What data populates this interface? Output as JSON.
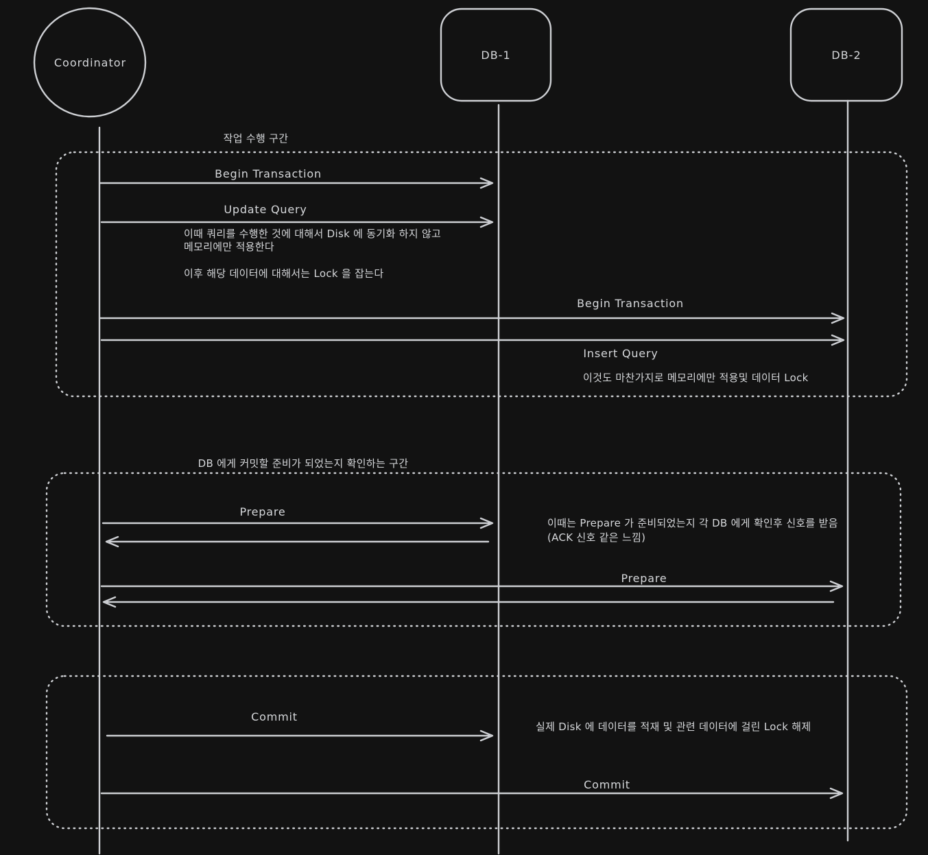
{
  "colors": {
    "background": "#121212",
    "stroke": "#ced0d4",
    "text": "#d6d8db"
  },
  "actors": {
    "coordinator": {
      "label": "Coordinator"
    },
    "db1": {
      "label": "DB-1"
    },
    "db2": {
      "label": "DB-2"
    }
  },
  "sections": [
    {
      "label": "작업 수행 구간",
      "messages": {
        "begin_tx_db1": "Begin Transaction",
        "update_query": "Update Query",
        "begin_tx_db2": "Begin Transaction",
        "insert_query": "Insert Query"
      },
      "notes": {
        "memory_only": "이때 쿼리를 수행한 것에 대해서 Disk 에 동기화 하지 않고\n메모리에만 적용한다",
        "hold_lock": "이후 해당 데이터에 대해서는 Lock 을 잡는다",
        "db2_memory_lock": "이것도 마찬가지로 메모리에만 적용및 데이터 Lock"
      }
    },
    {
      "label": "DB 에게 커밋할 준비가 되었는지 확인하는 구간",
      "messages": {
        "prepare_db1": "Prepare",
        "prepare_db2": "Prepare"
      },
      "notes": {
        "ack": "이때는 Prepare 가 준비되었는지 각 DB 에게 확인후 신호를 받음\n(ACK 신호 같은 느낌)"
      }
    },
    {
      "label": "",
      "messages": {
        "commit_db1": "Commit",
        "commit_db2": "Commit"
      },
      "notes": {
        "disk_flush": "실제 Disk 에 데이터를 적재 및 관련 데이터에 걸린 Lock 해제"
      }
    }
  ]
}
